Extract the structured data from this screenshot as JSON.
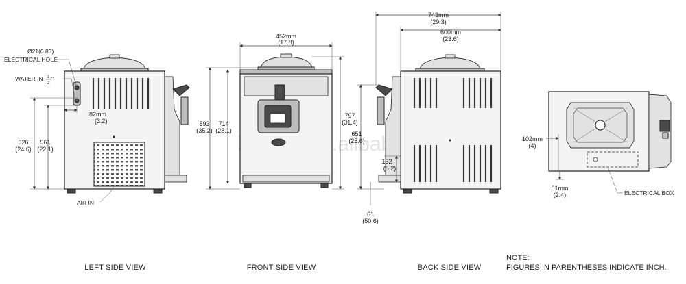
{
  "watermark": "hommy.en.alibaba.com",
  "views": {
    "left": {
      "caption": "LEFT SIDE VIEW",
      "electrical_hole_size": "Ø21(0.83)",
      "electrical_hole_label": "ELECTRICAL HOLE",
      "water_in_label": "WATER IN",
      "water_in_fraction_num": "1",
      "water_in_fraction_den": "2",
      "water_in_unit": "\"",
      "depth_mm": "82mm",
      "depth_in": "(3.2)",
      "height_outer_mm": "626",
      "height_outer_in": "(24.6)",
      "height_inner_mm": "561",
      "height_inner_in": "(22.1)",
      "air_in_label": "AIR IN"
    },
    "front": {
      "caption": "FRONT SIDE VIEW",
      "width_mm": "452mm",
      "width_in": "(17.8)",
      "height_total_mm": "893",
      "height_total_in": "(35.2)",
      "height_body_mm": "714",
      "height_body_in": "(28.1)",
      "height_right_mm": "797",
      "height_right_in": "(31.4)"
    },
    "back": {
      "caption": "BACK SIDE VIEW",
      "depth_total_mm": "743mm",
      "depth_total_in": "(29.3)",
      "depth_body_mm": "600mm",
      "depth_body_in": "(23.6)",
      "height_mm": "651",
      "height_in": "(25.6)",
      "tray_height_mm": "132",
      "tray_height_in": "(5.2)",
      "foot_mm": "61",
      "foot_in": "(50.6)"
    },
    "top": {
      "offset_mm": "102mm",
      "offset_in": "(4)",
      "bottom_mm": "61mm",
      "bottom_in": "(2.4)",
      "electrical_box_label": "ELECTRICAL BOX"
    }
  },
  "note": {
    "title": "NOTE:",
    "text": "FIGURES IN PARENTHESES INDICATE INCH."
  }
}
